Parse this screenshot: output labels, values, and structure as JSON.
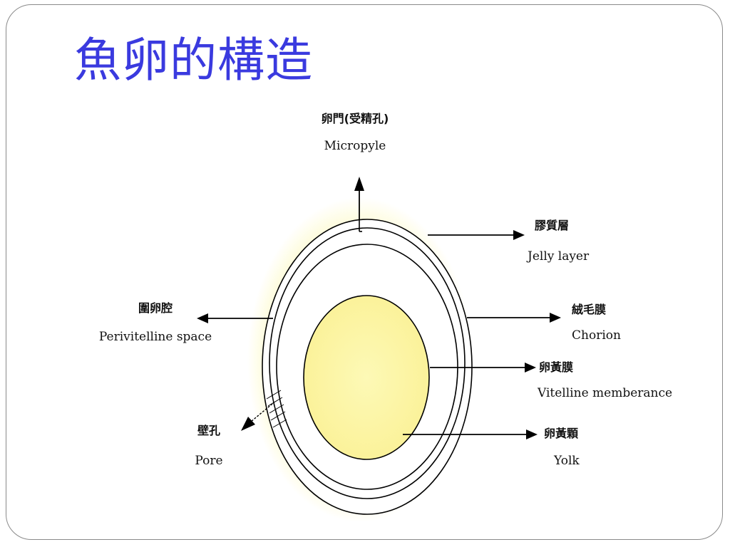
{
  "slide": {
    "title": "魚卵的構造"
  },
  "diagram": {
    "labels": {
      "micropyle_zh": "卵門(受精孔)",
      "micropyle_en": "Micropyle",
      "jelly_zh": "膠質層",
      "jelly_en": "Jelly layer",
      "chorion_zh": "絨毛膜",
      "chorion_en": "Chorion",
      "vitelline_zh": "卵黃膜",
      "vitelline_en": "Vitelline memberance",
      "yolk_zh": "卵黃顆",
      "yolk_en": "Yolk",
      "perivitelline_zh": "圍卵腔",
      "perivitelline_en": "Perivitelline space",
      "pore_zh": "壁孔",
      "pore_en": "Pore"
    },
    "colors": {
      "title": "#3a3adf",
      "halo": "#fefbd2",
      "yolk": "#fdf8a8",
      "line": "#000000"
    }
  }
}
